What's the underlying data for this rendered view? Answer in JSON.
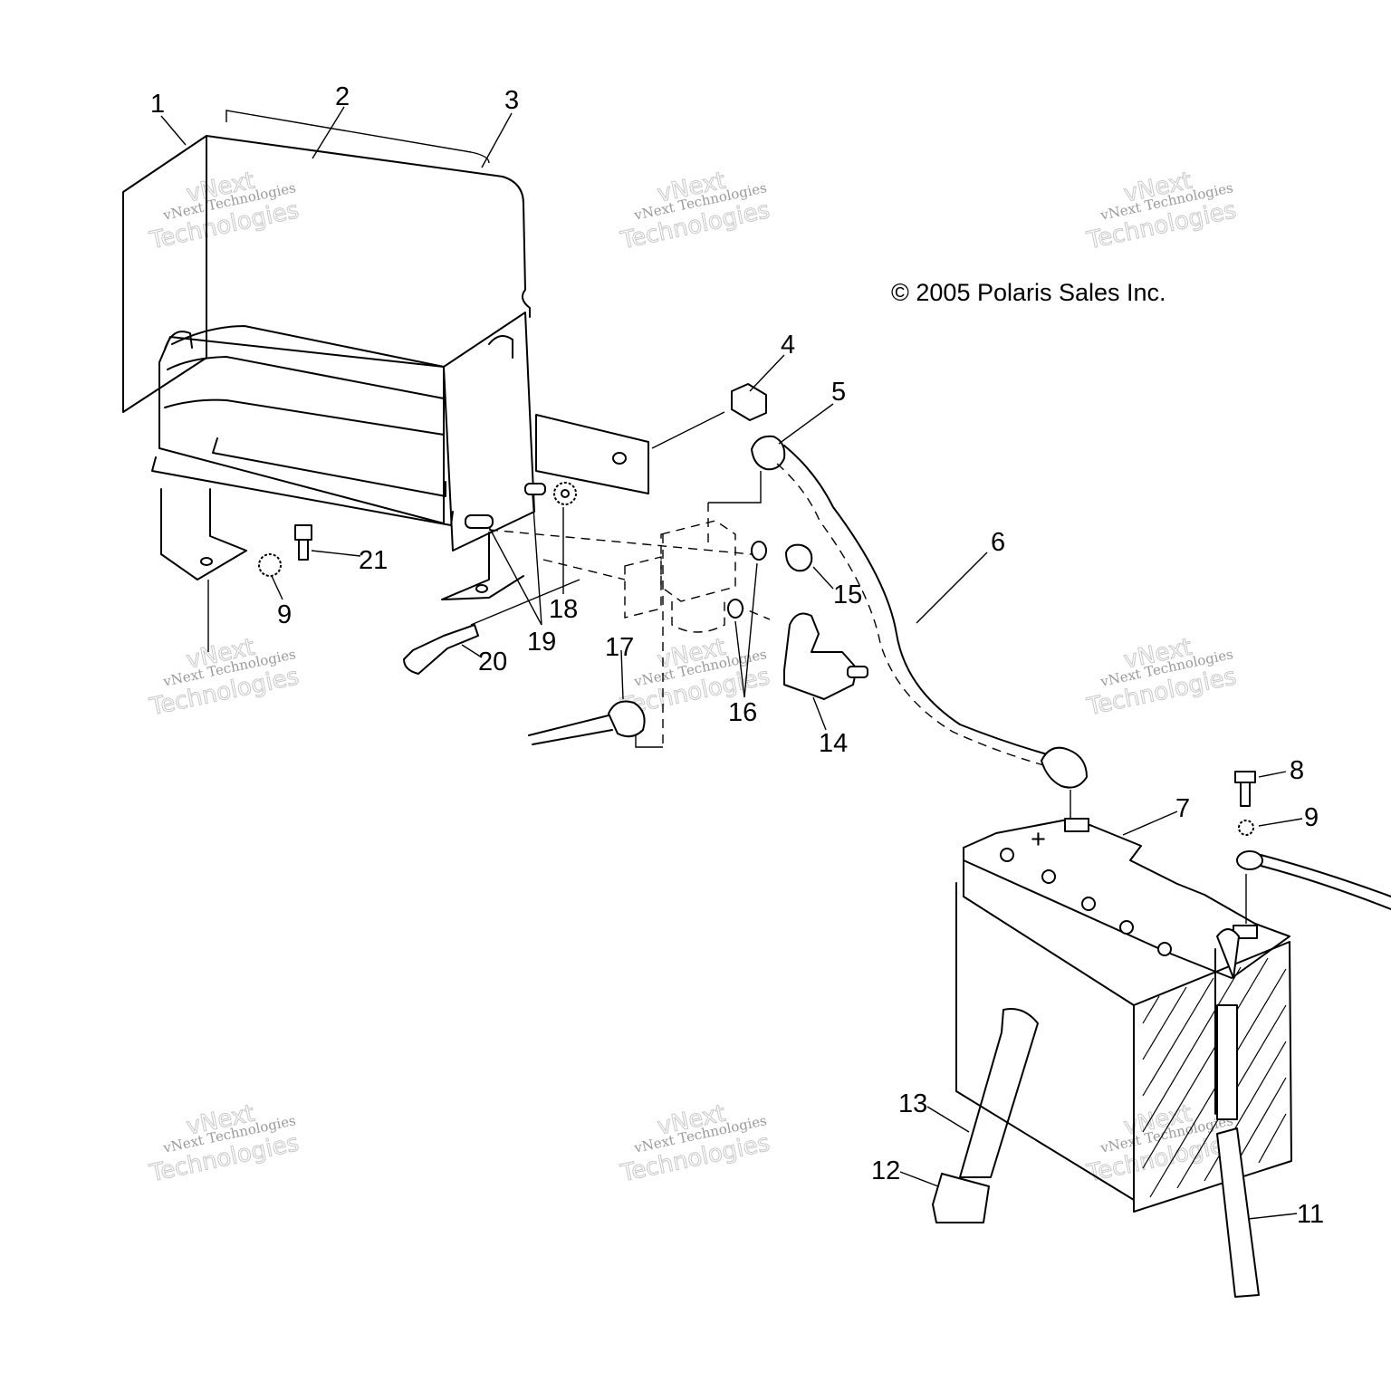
{
  "copyright": "© 2005 Polaris Sales Inc.",
  "watermark": {
    "line1": "vNext Technologies",
    "line2": "vNext",
    "line3": "Technologies"
  },
  "callouts": {
    "c1": "1",
    "c2": "2",
    "c3": "3",
    "c4": "4",
    "c5": "5",
    "c6": "6",
    "c7": "7",
    "c8": "8",
    "c9a": "9",
    "c9b": "9",
    "c11": "11",
    "c12": "12",
    "c13": "13",
    "c14": "14",
    "c15": "15",
    "c16": "16",
    "c17": "17",
    "c18": "18",
    "c19": "19",
    "c20": "20",
    "c21": "21"
  },
  "battery_symbol": "+"
}
